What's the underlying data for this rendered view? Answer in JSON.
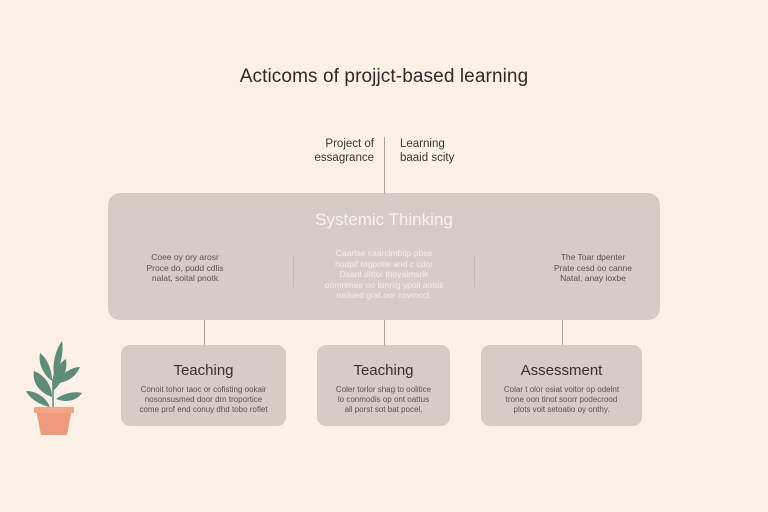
{
  "title": "Acticoms of projjct-based learning",
  "top_labels": {
    "left": [
      "Project of",
      "essagrance"
    ],
    "right": [
      "Learning",
      "baaid sсity"
    ]
  },
  "main": {
    "title": "Systemic Thinking",
    "left_text": [
      "Coee oy ory arosr",
      "Proce do, pudd cdlis",
      "nalat, soital pnotk"
    ],
    "center_text": [
      "Caartse caarclmbitp pbse",
      "hodplf togpotle and c cdor",
      "Dsant dittor thoyalmsrlk",
      "oomrenee oo tonnig ypoll aotall",
      "nailoed grat oor covmcct."
    ],
    "right_text": [
      "The Toar dpenter",
      "Prate cesd oo canne",
      "Natal, anay ioxbe"
    ]
  },
  "sub_boxes": [
    {
      "title": "Teaching",
      "desc": [
        "Conoit tohor taoc or cofisting ookair",
        "nosonsusmed door drn troportice",
        "come prof end conuy dhd tobo roflet"
      ]
    },
    {
      "title": "Teaching",
      "desc": [
        "Coler torlor shag to oolitice",
        "lo conmodis op ont oattus",
        "all porst sot bat pocel."
      ]
    },
    {
      "title": "Assessment",
      "desc": [
        "Colar t olor osiat voitor op odelnt",
        "trone oon tinot soorr podecrood",
        "plots voit setoatio oy onthy."
      ]
    }
  ],
  "colors": {
    "background": "#fbf1e6",
    "box": "#d4ccc5",
    "leaf": "#5e8c78",
    "pot": "#ef9a7c"
  },
  "icons": {
    "plant": "potted-plant-icon"
  }
}
